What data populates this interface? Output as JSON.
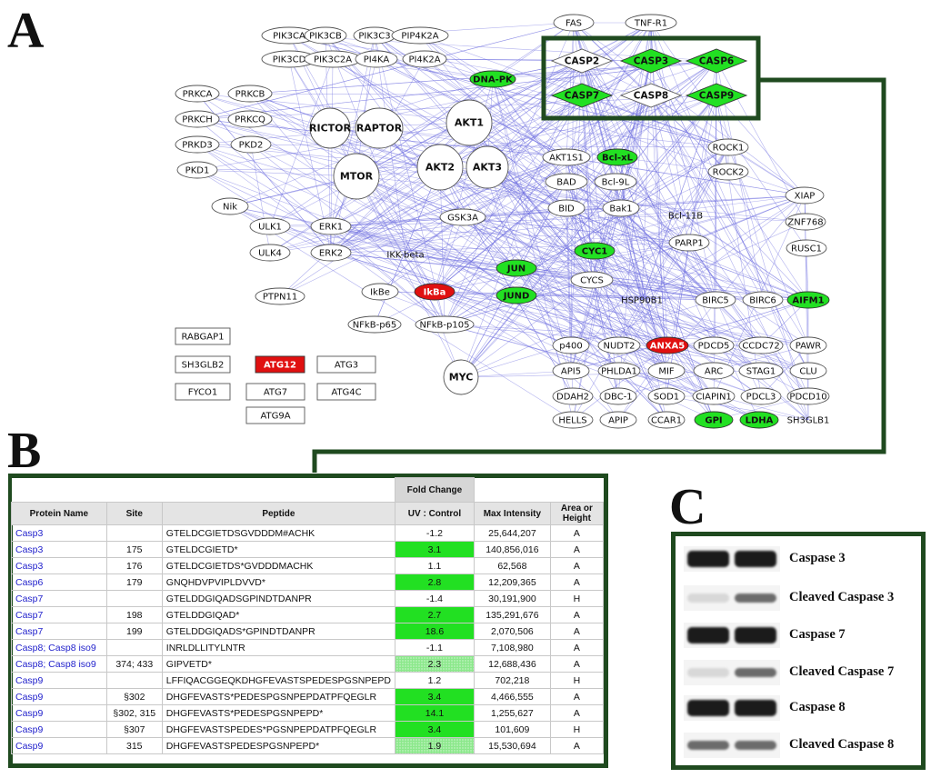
{
  "panel_labels": {
    "a": "A",
    "b": "B",
    "c": "C"
  },
  "colors": {
    "edge": "#7070e0",
    "green": "#22e022",
    "red": "#e01010",
    "frame": "#1f4a1f",
    "table_green": "#22e022"
  },
  "network": {
    "nodes": [
      {
        "label": "PIK3CA",
        "shape": "ellipse",
        "fill": "white"
      },
      {
        "label": "PIK3CB",
        "shape": "ellipse",
        "fill": "white"
      },
      {
        "label": "PIK3C3",
        "shape": "ellipse",
        "fill": "white"
      },
      {
        "label": "PIP4K2A",
        "shape": "ellipse",
        "fill": "white"
      },
      {
        "label": "PIK3CD",
        "shape": "ellipse",
        "fill": "white"
      },
      {
        "label": "PIK3C2A",
        "shape": "ellipse",
        "fill": "white"
      },
      {
        "label": "PI4KA",
        "shape": "ellipse",
        "fill": "white"
      },
      {
        "label": "PI4K2A",
        "shape": "ellipse",
        "fill": "white"
      },
      {
        "label": "DNA-PK",
        "shape": "ellipse",
        "fill": "green"
      },
      {
        "label": "PRKCA",
        "shape": "ellipse",
        "fill": "white"
      },
      {
        "label": "PRKCB",
        "shape": "ellipse",
        "fill": "white"
      },
      {
        "label": "PRKCH",
        "shape": "ellipse",
        "fill": "white"
      },
      {
        "label": "PRKCQ",
        "shape": "ellipse",
        "fill": "white"
      },
      {
        "label": "PRKD3",
        "shape": "ellipse",
        "fill": "white"
      },
      {
        "label": "PKD2",
        "shape": "ellipse",
        "fill": "white"
      },
      {
        "label": "PKD1",
        "shape": "ellipse",
        "fill": "white"
      },
      {
        "label": "RICTOR",
        "shape": "circle",
        "fill": "white"
      },
      {
        "label": "RAPTOR",
        "shape": "circle",
        "fill": "white"
      },
      {
        "label": "AKT1",
        "shape": "circle",
        "fill": "white"
      },
      {
        "label": "MTOR",
        "shape": "circle",
        "fill": "white"
      },
      {
        "label": "AKT2",
        "shape": "circle",
        "fill": "white"
      },
      {
        "label": "AKT3",
        "shape": "circle",
        "fill": "white"
      },
      {
        "label": "Nik",
        "shape": "ellipse",
        "fill": "white"
      },
      {
        "label": "ULK1",
        "shape": "ellipse",
        "fill": "white"
      },
      {
        "label": "ERK1",
        "shape": "ellipse",
        "fill": "white"
      },
      {
        "label": "GSK3A",
        "shape": "ellipse",
        "fill": "white"
      },
      {
        "label": "ULK4",
        "shape": "ellipse",
        "fill": "white"
      },
      {
        "label": "ERK2",
        "shape": "ellipse",
        "fill": "white"
      },
      {
        "label": "IKK-beta",
        "shape": "none",
        "fill": "white"
      },
      {
        "label": "PTPN11",
        "shape": "ellipse",
        "fill": "white"
      },
      {
        "label": "IkBe",
        "shape": "ellipse",
        "fill": "white"
      },
      {
        "label": "IkBa",
        "shape": "ellipse",
        "fill": "red"
      },
      {
        "label": "NFkB-p65",
        "shape": "ellipse",
        "fill": "white"
      },
      {
        "label": "NFkB-p105",
        "shape": "ellipse",
        "fill": "white"
      },
      {
        "label": "MYC",
        "shape": "circle",
        "fill": "white"
      },
      {
        "label": "FAS",
        "shape": "ellipse",
        "fill": "white"
      },
      {
        "label": "TNF-R1",
        "shape": "ellipse",
        "fill": "white"
      },
      {
        "label": "CASP2",
        "shape": "diamond",
        "fill": "white"
      },
      {
        "label": "CASP3",
        "shape": "diamond",
        "fill": "green"
      },
      {
        "label": "CASP6",
        "shape": "diamond",
        "fill": "green"
      },
      {
        "label": "CASP7",
        "shape": "diamond",
        "fill": "green"
      },
      {
        "label": "CASP8",
        "shape": "diamond",
        "fill": "white"
      },
      {
        "label": "CASP9",
        "shape": "diamond",
        "fill": "green"
      },
      {
        "label": "AKT1S1",
        "shape": "ellipse",
        "fill": "white"
      },
      {
        "label": "Bcl-xL",
        "shape": "ellipse",
        "fill": "green"
      },
      {
        "label": "ROCK1",
        "shape": "ellipse",
        "fill": "white"
      },
      {
        "label": "ROCK2",
        "shape": "ellipse",
        "fill": "white"
      },
      {
        "label": "BAD",
        "shape": "ellipse",
        "fill": "white"
      },
      {
        "label": "Bcl-9L",
        "shape": "ellipse",
        "fill": "white"
      },
      {
        "label": "BID",
        "shape": "ellipse",
        "fill": "white"
      },
      {
        "label": "Bak1",
        "shape": "ellipse",
        "fill": "white"
      },
      {
        "label": "Bcl-11B",
        "shape": "none",
        "fill": "white"
      },
      {
        "label": "XIAP",
        "shape": "ellipse",
        "fill": "white"
      },
      {
        "label": "ZNF768",
        "shape": "ellipse",
        "fill": "white"
      },
      {
        "label": "RUSC1",
        "shape": "ellipse",
        "fill": "white"
      },
      {
        "label": "JUN",
        "shape": "ellipse",
        "fill": "green"
      },
      {
        "label": "CYC1",
        "shape": "ellipse",
        "fill": "green"
      },
      {
        "label": "PARP1",
        "shape": "ellipse",
        "fill": "white"
      },
      {
        "label": "JUND",
        "shape": "ellipse",
        "fill": "green"
      },
      {
        "label": "CYCS",
        "shape": "ellipse",
        "fill": "white"
      },
      {
        "label": "HSP90B1",
        "shape": "none",
        "fill": "white"
      },
      {
        "label": "BIRC5",
        "shape": "ellipse",
        "fill": "white"
      },
      {
        "label": "BIRC6",
        "shape": "ellipse",
        "fill": "white"
      },
      {
        "label": "AIFM1",
        "shape": "ellipse",
        "fill": "green"
      },
      {
        "label": "p400",
        "shape": "ellipse",
        "fill": "white"
      },
      {
        "label": "NUDT2",
        "shape": "ellipse",
        "fill": "white"
      },
      {
        "label": "ANXA5",
        "shape": "ellipse",
        "fill": "red"
      },
      {
        "label": "PDCD5",
        "shape": "ellipse",
        "fill": "white"
      },
      {
        "label": "CCDC72",
        "shape": "ellipse",
        "fill": "white"
      },
      {
        "label": "PAWR",
        "shape": "ellipse",
        "fill": "white"
      },
      {
        "label": "API5",
        "shape": "ellipse",
        "fill": "white"
      },
      {
        "label": "PHLDA1",
        "shape": "ellipse",
        "fill": "white"
      },
      {
        "label": "MIF",
        "shape": "ellipse",
        "fill": "white"
      },
      {
        "label": "ARC",
        "shape": "ellipse",
        "fill": "white"
      },
      {
        "label": "STAG1",
        "shape": "ellipse",
        "fill": "white"
      },
      {
        "label": "CLU",
        "shape": "ellipse",
        "fill": "white"
      },
      {
        "label": "DDAH2",
        "shape": "ellipse",
        "fill": "white"
      },
      {
        "label": "DBC-1",
        "shape": "ellipse",
        "fill": "white"
      },
      {
        "label": "SOD1",
        "shape": "ellipse",
        "fill": "white"
      },
      {
        "label": "CIAPIN1",
        "shape": "ellipse",
        "fill": "white"
      },
      {
        "label": "PDCL3",
        "shape": "ellipse",
        "fill": "white"
      },
      {
        "label": "PDCD10",
        "shape": "ellipse",
        "fill": "white"
      },
      {
        "label": "HELLS",
        "shape": "ellipse",
        "fill": "white"
      },
      {
        "label": "APIP",
        "shape": "ellipse",
        "fill": "white"
      },
      {
        "label": "CCAR1",
        "shape": "ellipse",
        "fill": "white"
      },
      {
        "label": "GPI",
        "shape": "ellipse",
        "fill": "green"
      },
      {
        "label": "LDHA",
        "shape": "ellipse",
        "fill": "green"
      },
      {
        "label": "SH3GLB1",
        "shape": "none",
        "fill": "white"
      },
      {
        "label": "RABGAP1",
        "shape": "rect",
        "fill": "white"
      },
      {
        "label": "SH3GLB2",
        "shape": "rect",
        "fill": "white"
      },
      {
        "label": "ATG12",
        "shape": "rect",
        "fill": "red"
      },
      {
        "label": "ATG3",
        "shape": "rect",
        "fill": "white"
      },
      {
        "label": "FYCO1",
        "shape": "rect",
        "fill": "white"
      },
      {
        "label": "ATG7",
        "shape": "rect",
        "fill": "white"
      },
      {
        "label": "ATG4C",
        "shape": "rect",
        "fill": "white"
      },
      {
        "label": "ATG9A",
        "shape": "rect",
        "fill": "white"
      }
    ]
  },
  "table": {
    "fold_change_header": "Fold Change",
    "headers": [
      "Protein Name",
      "Site",
      "Peptide",
      "UV : Control",
      "Max Intensity",
      "Area or Height"
    ],
    "rows": [
      {
        "protein": "Casp3",
        "site": "",
        "peptide": "GTELDCGIETDSGVDDDM#ACHK",
        "fold": "-1.2",
        "intensity": "25,644,207",
        "aoh": "A",
        "hl": "none"
      },
      {
        "protein": "Casp3",
        "site": "175",
        "peptide": "GTELDCGIETD*",
        "fold": "3.1",
        "intensity": "140,856,016",
        "aoh": "A",
        "hl": "solid"
      },
      {
        "protein": "Casp3",
        "site": "176",
        "peptide": "GTELDCGIETDS*GVDDDMACHK",
        "fold": "1.1",
        "intensity": "62,568",
        "aoh": "A",
        "hl": "none"
      },
      {
        "protein": "Casp6",
        "site": "179",
        "peptide": "GNQHDVPVIPLDVVD*",
        "fold": "2.8",
        "intensity": "12,209,365",
        "aoh": "A",
        "hl": "solid"
      },
      {
        "protein": "Casp7",
        "site": "",
        "peptide": "GTELDDGIQADSGPINDTDANPR",
        "fold": "-1.4",
        "intensity": "30,191,900",
        "aoh": "H",
        "hl": "none"
      },
      {
        "protein": "Casp7",
        "site": "198",
        "peptide": "GTELDDGIQAD*",
        "fold": "2.7",
        "intensity": "135,291,676",
        "aoh": "A",
        "hl": "solid"
      },
      {
        "protein": "Casp7",
        "site": "199",
        "peptide": "GTELDDGIQADS*GPINDTDANPR",
        "fold": "18.6",
        "intensity": "2,070,506",
        "aoh": "A",
        "hl": "solid"
      },
      {
        "protein": "Casp8; Casp8 iso9",
        "site": "",
        "peptide": "INRLDLLITYLNTR",
        "fold": "-1.1",
        "intensity": "7,108,980",
        "aoh": "A",
        "hl": "none"
      },
      {
        "protein": "Casp8; Casp8 iso9",
        "site": "374; 433",
        "peptide": "GIPVETD*",
        "fold": "2.3",
        "intensity": "12,688,436",
        "aoh": "A",
        "hl": "dotted"
      },
      {
        "protein": "Casp9",
        "site": "",
        "peptide": "LFFIQACGGEQKDHGFEVASTSPEDESPGSNPEPD",
        "fold": "1.2",
        "intensity": "702,218",
        "aoh": "H",
        "hl": "none"
      },
      {
        "protein": "Casp9",
        "site": "§302",
        "peptide": "DHGFEVASTS*PEDESPGSNPEPDATPFQEGLR",
        "fold": "3.4",
        "intensity": "4,466,555",
        "aoh": "A",
        "hl": "solid"
      },
      {
        "protein": "Casp9",
        "site": "§302, 315",
        "peptide": "DHGFEVASTS*PEDESPGSNPEPD*",
        "fold": "14.1",
        "intensity": "1,255,627",
        "aoh": "A",
        "hl": "solid"
      },
      {
        "protein": "Casp9",
        "site": "§307",
        "peptide": "DHGFEVASTSPEDES*PGSNPEPDATPFQEGLR",
        "fold": "3.4",
        "intensity": "101,609",
        "aoh": "H",
        "hl": "solid"
      },
      {
        "protein": "Casp9",
        "site": "315",
        "peptide": "DHGFEVASTSPEDESPGSNPEPD*",
        "fold": "1.9",
        "intensity": "15,530,694",
        "aoh": "A",
        "hl": "dotted"
      }
    ]
  },
  "blots": [
    {
      "label": "Caspase 3",
      "lane1": "strong",
      "lane2": "strong"
    },
    {
      "label": "Cleaved Caspase 3",
      "lane1": "faint",
      "lane2": "medium"
    },
    {
      "label": "Caspase 7",
      "lane1": "strong",
      "lane2": "strong"
    },
    {
      "label": "Cleaved Caspase 7",
      "lane1": "faint",
      "lane2": "medium"
    },
    {
      "label": "Caspase 8",
      "lane1": "strong",
      "lane2": "strong"
    },
    {
      "label": "Cleaved Caspase 8",
      "lane1": "medium",
      "lane2": "medium"
    }
  ]
}
